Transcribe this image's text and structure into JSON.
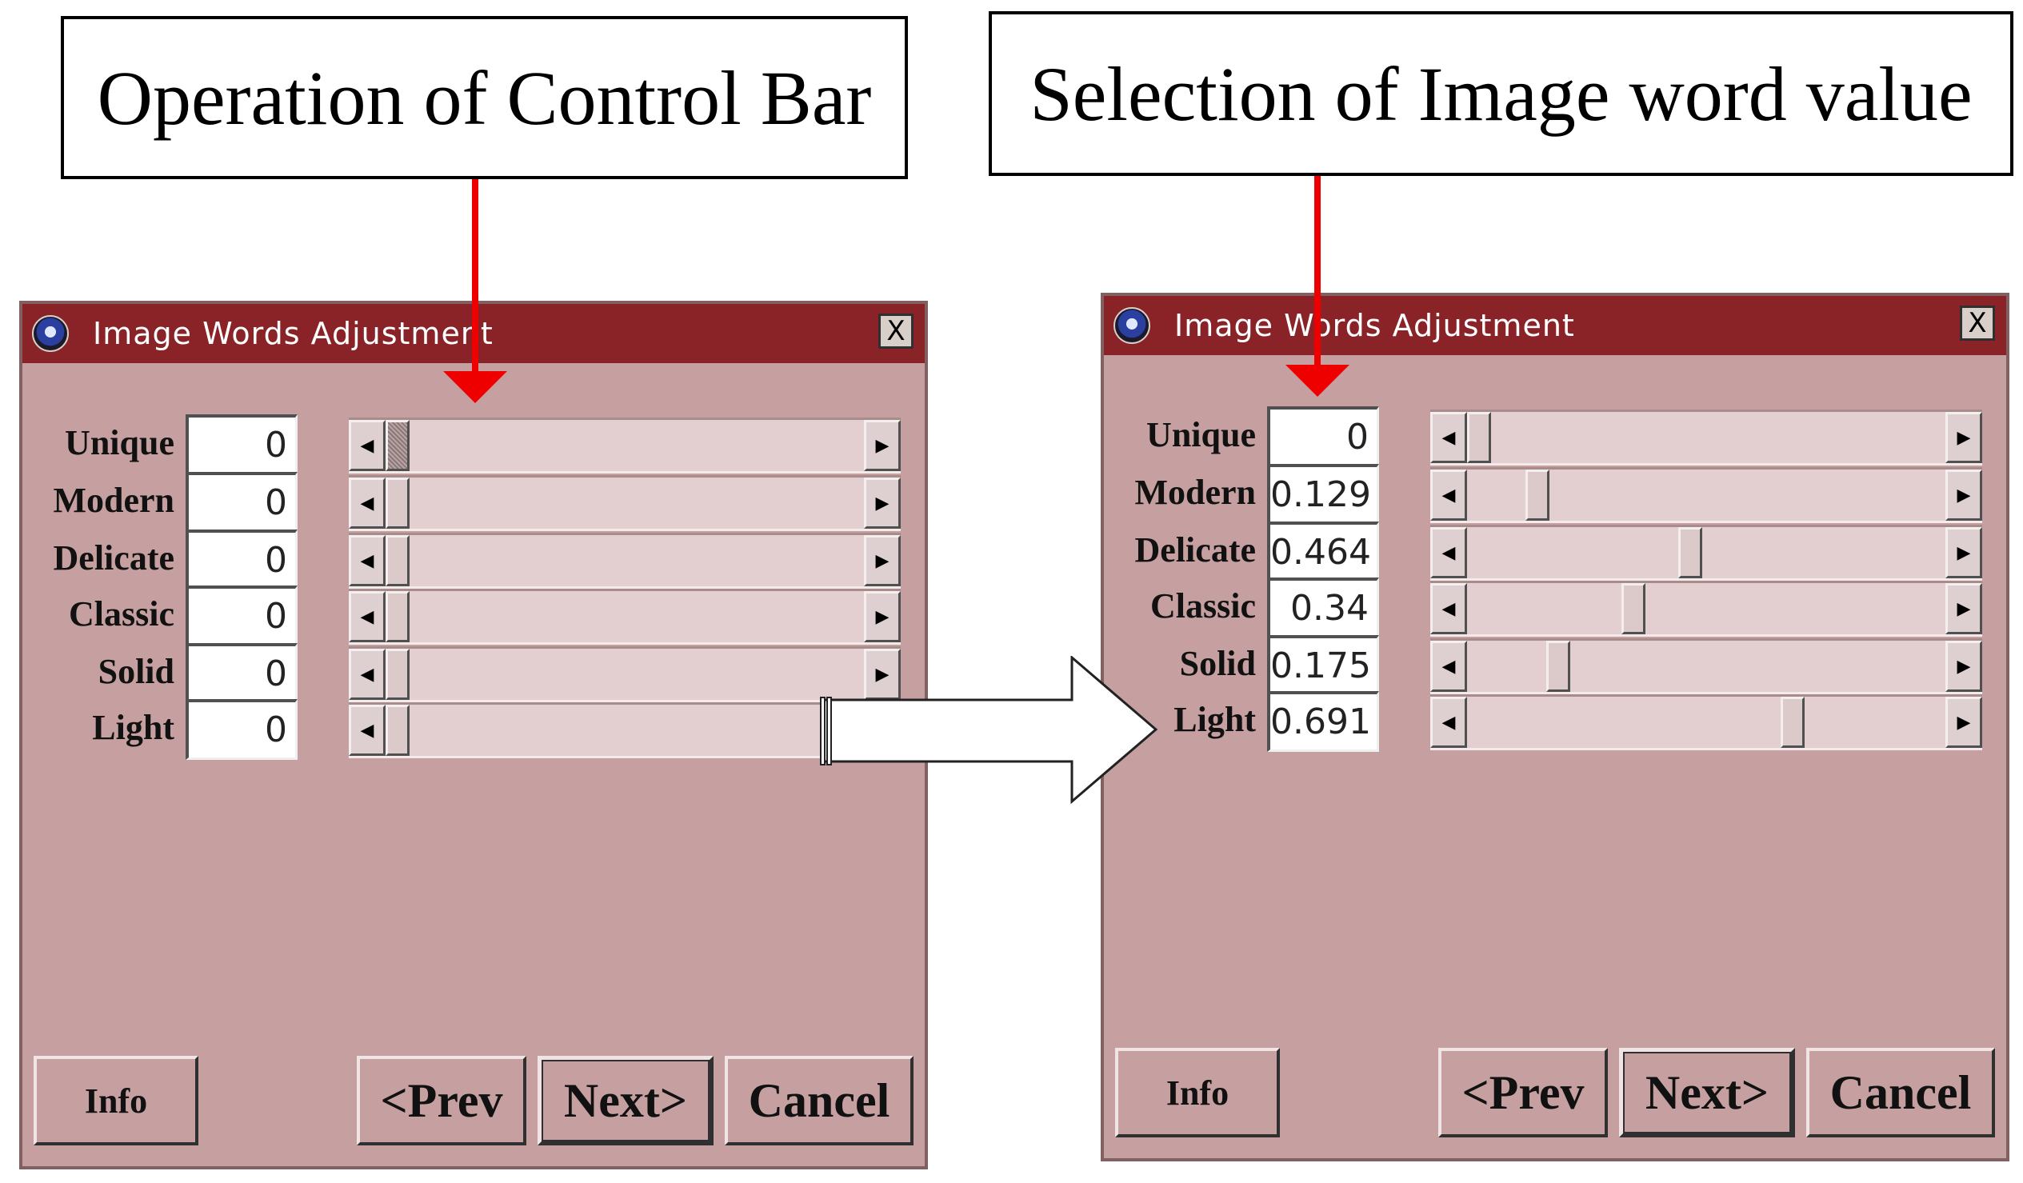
{
  "captions": {
    "left": "Operation of Control Bar",
    "right": "Selection of Image word value"
  },
  "dialogs": [
    {
      "title": "Image Words Adjustment",
      "close_glyph": "X",
      "rows": [
        {
          "label": "Unique",
          "value": "0",
          "level": 0,
          "pressed": true
        },
        {
          "label": "Modern",
          "value": "0",
          "level": 0
        },
        {
          "label": "Delicate",
          "value": "0",
          "level": 0
        },
        {
          "label": "Classic",
          "value": "0",
          "level": 0
        },
        {
          "label": "Solid",
          "value": "0",
          "level": 0
        },
        {
          "label": "Light",
          "value": "0",
          "level": 0
        }
      ],
      "buttons": {
        "info": "Info",
        "prev": "<Prev",
        "next": "Next>",
        "cancel": "Cancel"
      }
    },
    {
      "title": "Image Words Adjustment",
      "close_glyph": "X",
      "rows": [
        {
          "label": "Unique",
          "value": "0",
          "level": 0
        },
        {
          "label": "Modern",
          "value": "0.129",
          "level": 0.129
        },
        {
          "label": "Delicate",
          "value": "0.464",
          "level": 0.464
        },
        {
          "label": "Classic",
          "value": "0.34",
          "level": 0.34
        },
        {
          "label": "Solid",
          "value": "0.175",
          "level": 0.175
        },
        {
          "label": "Light",
          "value": "0.691",
          "level": 0.691
        }
      ],
      "buttons": {
        "info": "Info",
        "prev": "<Prev",
        "next": "Next>",
        "cancel": "Cancel"
      }
    }
  ],
  "icons": {
    "app": "app-crest-icon",
    "close": "close-icon",
    "scroll_left": "arrow-left-icon",
    "scroll_right": "arrow-right-icon",
    "transition": "transition-arrow-icon"
  },
  "colors": {
    "titlebar": "#892327",
    "dialog_bg": "#c6a0a0",
    "pointer": "#ee0000"
  }
}
